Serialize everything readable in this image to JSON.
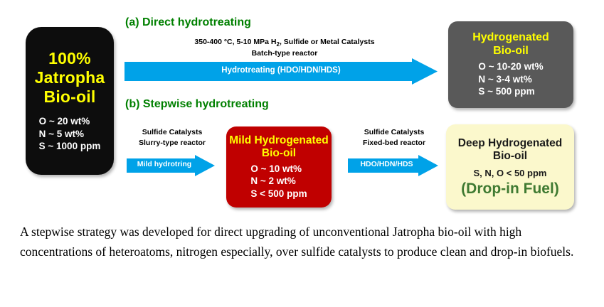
{
  "feed_box": {
    "name": "100% Jatropha Bio-oil",
    "title_line1": "100%",
    "title_line2": "Jatropha",
    "title_line3": "Bio-oil",
    "specs": [
      "O ~ 20 wt%",
      "N ~ 5 wt%",
      "S ~ 1000 ppm"
    ],
    "fill_color": "#0d0d0d",
    "title_color": "#ffff00"
  },
  "route_a": {
    "heading": "(a) Direct hydrotreating",
    "heading_color": "#008000",
    "conditions_line1_pre": "350-400 °C, 5-10 MPa H",
    "conditions_line1_sub": "2",
    "conditions_line1_post": ", Sulfide or Metal Catalysts",
    "conditions_line2": "Batch-type reactor",
    "arrow_label": "Hydrotreating (HDO/HDN/HDS)",
    "arrow_color": "#00a2e8",
    "product": {
      "title_line1": "Hydrogenated",
      "title_line2": "Bio-oil",
      "specs": [
        "O ~ 10-20 wt%",
        "N ~ 3-4 wt%",
        "S  ~ 500 ppm"
      ],
      "fill_color": "#595959",
      "title_color": "#ffff00"
    }
  },
  "route_b": {
    "heading": "(b) Stepwise hydrotreating",
    "heading_color": "#008000",
    "step1": {
      "conditions_line1": "Sulfide Catalysts",
      "conditions_line2": "Slurry-type reactor",
      "arrow_label": "Mild hydrotring",
      "arrow_color": "#00a2e8",
      "product": {
        "title_line1": "Mild Hydrogenated",
        "title_line2": "Bio-oil",
        "specs": [
          "O ~ 10 wt%",
          "N ~ 2 wt%",
          "S  < 500 ppm"
        ],
        "fill_color": "#c00000",
        "title_color": "#ffff00"
      }
    },
    "step2": {
      "conditions_line1": "Sulfide Catalysts",
      "conditions_line2": "Fixed-bed reactor",
      "arrow_label": "HDO/HDN/HDS",
      "arrow_color": "#00a2e8",
      "product": {
        "title_line1": "Deep Hydrogenated",
        "title_line2": "Bio-oil",
        "specs": [
          "S, N, O < 50 ppm"
        ],
        "highlight": "(Drop-in Fuel)",
        "fill_color": "#fbf8cc",
        "title_color": "#1a1a1a",
        "highlight_color": "#3f7a32"
      }
    }
  },
  "caption": {
    "text": "A stepwise strategy was developed for direct upgrading of unconventional Jatropha bio-oil with high concentrations of heteroatoms, nitrogen especially, over sulfide catalysts to produce clean and drop-in biofuels."
  }
}
